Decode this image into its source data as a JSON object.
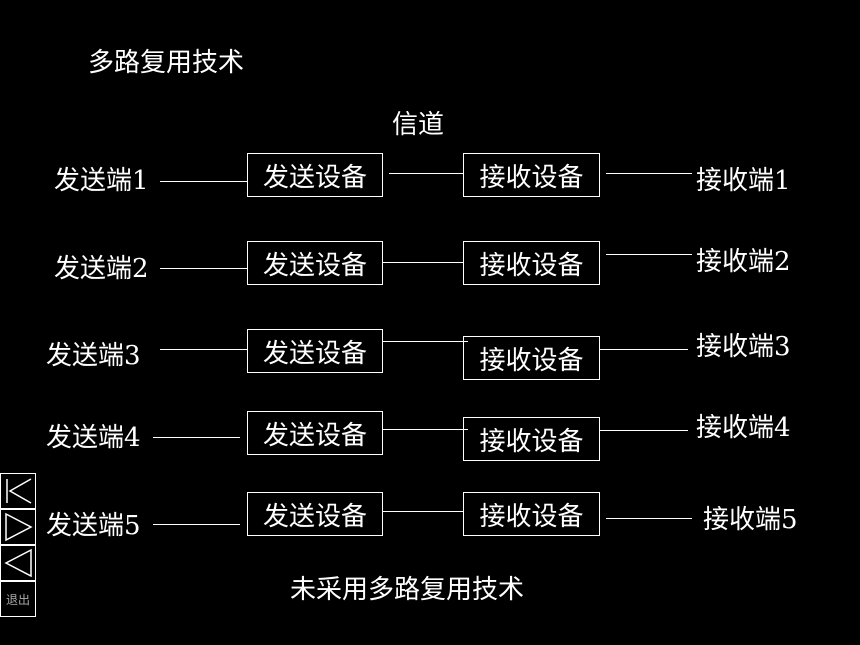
{
  "title": "多路复用技术",
  "channel_label": "信道",
  "caption": "未采用多路复用技术",
  "rows": [
    {
      "sender": "发送端1",
      "send_device": "发送设备",
      "recv_device": "接收设备",
      "receiver": "接收端1"
    },
    {
      "sender": "发送端2",
      "send_device": "发送设备",
      "recv_device": "接收设备",
      "receiver": "接收端2"
    },
    {
      "sender": "发送端3",
      "send_device": "发送设备",
      "recv_device": "接收设备",
      "receiver": "接收端3"
    },
    {
      "sender": "发送端4",
      "send_device": "发送设备",
      "recv_device": "接收设备",
      "receiver": "接收端4"
    },
    {
      "sender": "发送端5",
      "send_device": "发送设备",
      "recv_device": "接收设备",
      "receiver": "接收端5"
    }
  ],
  "nav": {
    "first_icon": "skip-to-first-icon",
    "next_icon": "play-next-icon",
    "prev_icon": "play-prev-icon",
    "exit_label": "退出"
  }
}
